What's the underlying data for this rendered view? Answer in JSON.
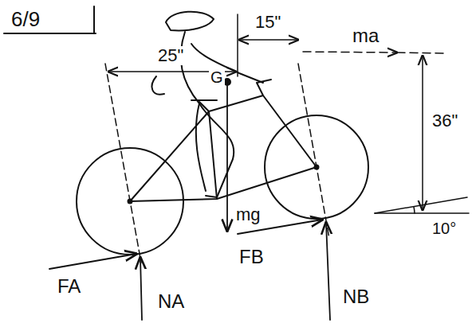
{
  "diagram": {
    "labels": [
      "6/9",
      "25\"",
      "15\"",
      "ma",
      "G",
      "36\"",
      "mg",
      "10°",
      "FA",
      "NA",
      "FB",
      "NB"
    ]
  }
}
